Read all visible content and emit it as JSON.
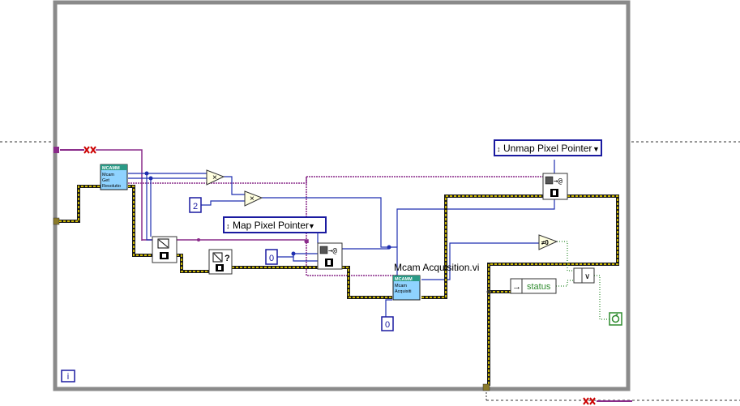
{
  "diagram": {
    "vi_label": "Mcam Acquisition.vi",
    "subvi_get_resolution": {
      "banner": "MCAMM",
      "lines": [
        "Mcam",
        "Get",
        "Resolutio"
      ]
    },
    "subvi_acquisition": {
      "banner": "MCAMM",
      "lines": [
        "Mcam",
        "Acquisiti"
      ]
    },
    "map_pixel_pointer": {
      "label": "Map Pixel Pointer",
      "arrow": "↕",
      "caret": "▼"
    },
    "unmap_pixel_pointer": {
      "label": "Unmap Pixel Pointer",
      "arrow": "↕",
      "caret": "▼"
    },
    "constants": {
      "two": "2",
      "zero_a": "0",
      "zero_b": "0"
    },
    "status_indicator": {
      "label": "status",
      "arrow": "→"
    },
    "loop_iteration": "i",
    "multiply_symbol": "×",
    "not_equal_zero": "≠0",
    "or_symbol": "∨",
    "query_symbol": "?",
    "tunnel_symbol": "→@",
    "colors": {
      "loop_border": "#8a8a8a",
      "error_wire": "#c8b400",
      "numeric_wire": "#1f2fb0",
      "refnum_wire": "#8a2b8a",
      "boolean_wire": "#2e8b2e",
      "subvi_banner": "#2a9a86",
      "subvi_body": "#8fd3ff",
      "ring_border": "#1a1aa0"
    }
  }
}
